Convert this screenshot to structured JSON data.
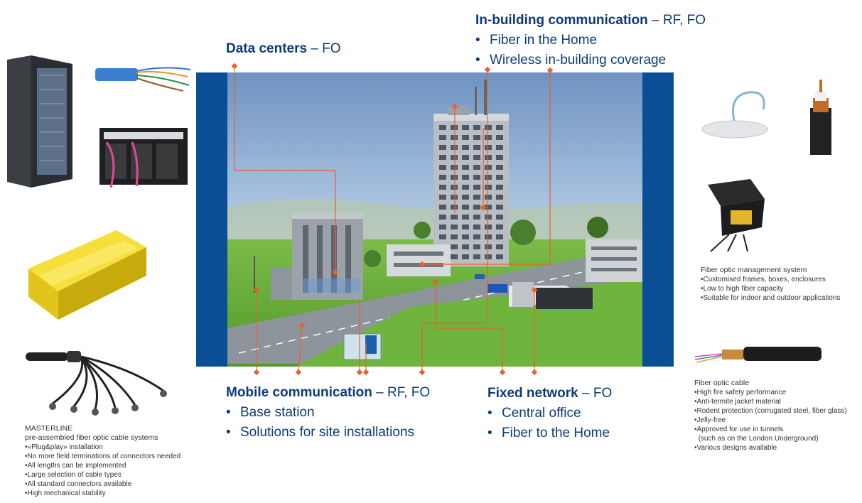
{
  "top_left": {
    "title": "Data centers",
    "suffix": " – FO"
  },
  "top_right": {
    "title": "In-building communication",
    "suffix": " – RF, FO",
    "items": [
      "Fiber in the Home",
      "Wireless in-building coverage"
    ]
  },
  "bottom_left": {
    "title": "Mobile communication",
    "suffix": " – RF, FO",
    "items": [
      "Base station",
      "Solutions for site installations"
    ]
  },
  "bottom_right": {
    "title": "Fixed network",
    "suffix": " – FO",
    "items": [
      "Central office",
      "Fiber to the Home"
    ]
  },
  "masterline": {
    "title": "MASTERLINE",
    "subtitle": "pre-assembled fiber optic cable systems",
    "items": [
      "«Plug&play» installation",
      "No more field terminations of connectors needed",
      "All lengths can be implemented",
      "Large selection of cable types",
      "All standard connectors available",
      "High mechanical stability"
    ]
  },
  "fiber_mgmt": {
    "title": "Fiber optic management system",
    "items": [
      "Customised frames, boxes, enclosures",
      "Low to high fiber capacity",
      "Suitable for indoor and outdoor applications"
    ]
  },
  "fiber_cable": {
    "title": "Fiber optic cable",
    "items": [
      "High fire safety performance",
      "Anti-termite jacket material",
      "Rodent protection (corrugated steel, fiber glass)",
      "Jelly-free",
      "Approved for use in tunnels",
      "(such as on the London Underground)",
      "Various designs available"
    ]
  },
  "colors": {
    "heading_blue": "#0d3b7a",
    "frame_blue": "#0a4f96",
    "leader_orange": "#e8622a",
    "product_yellow": "#f2d21b"
  }
}
